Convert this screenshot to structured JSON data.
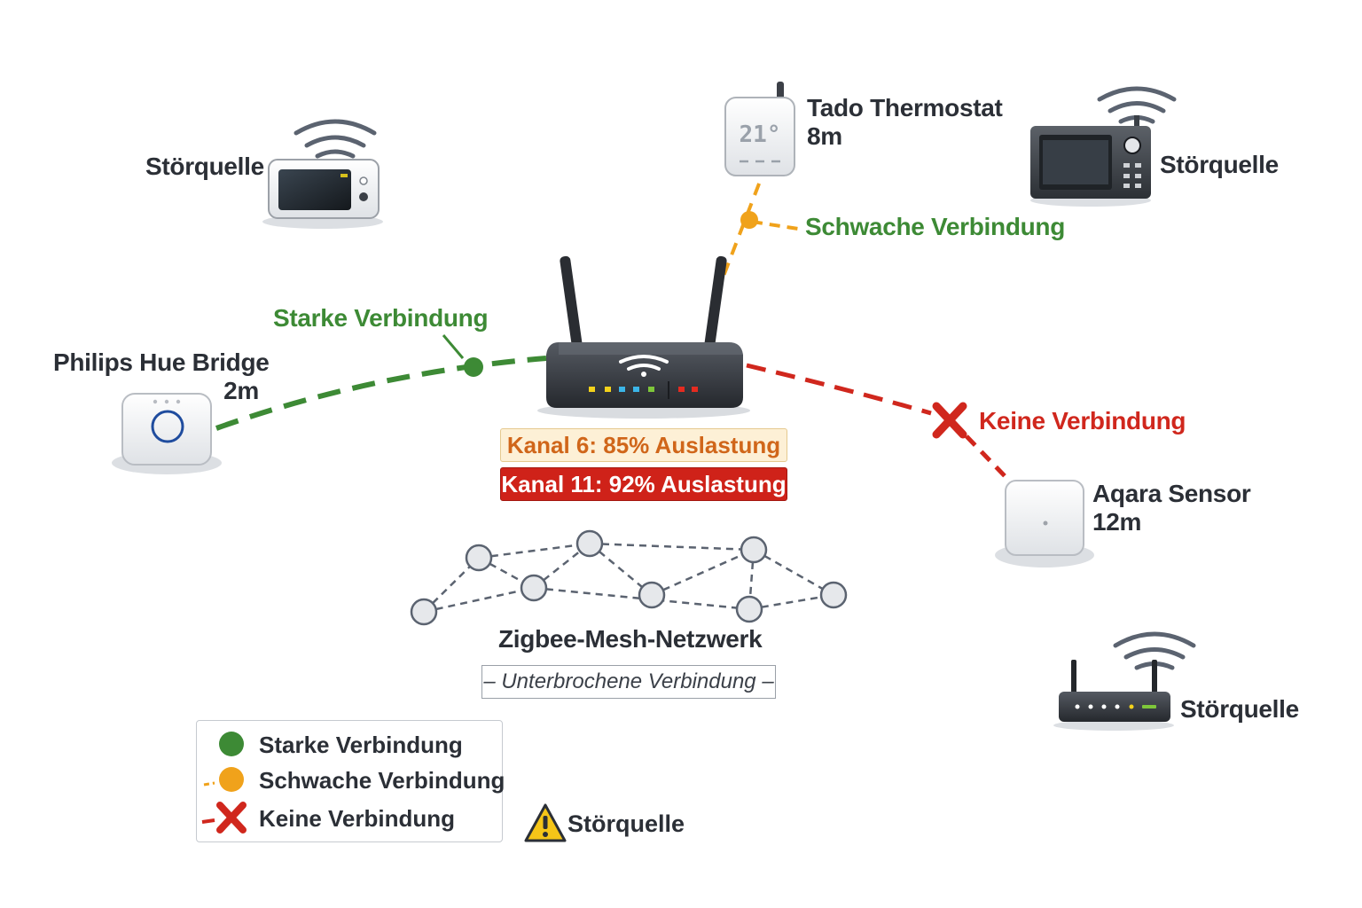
{
  "devices": {
    "hue": {
      "name": "Philips Hue Bridge",
      "distance": "2m"
    },
    "tado": {
      "name": "Tado Thermostat",
      "distance": "8m",
      "display": "21°"
    },
    "aqara": {
      "name": "Aqara Sensor",
      "distance": "12m"
    }
  },
  "interference": {
    "label_left": "Störquelle",
    "label_right_top": "Störquelle",
    "label_right_bottom": "Störquelle"
  },
  "connections": {
    "strong": "Starke Verbindung",
    "weak": "Schwache Verbindung",
    "none": "Keine Verbindung"
  },
  "channels": {
    "ch6": "Kanal 6: 85% Auslastung",
    "ch11": "Kanal 11: 92% Auslastung"
  },
  "mesh": {
    "title": "Zigbee-Mesh-Netzwerk",
    "status": "– Unterbrochene Verbindung –"
  },
  "legend": {
    "strong": "Starke Verbindung",
    "weak": "Schwache Verbindung",
    "none": "Keine Verbindung",
    "interference": "Störquelle"
  },
  "colors": {
    "strong": "#3d8a35",
    "weak": "#f0a21b",
    "none": "#d0271d",
    "mesh": "#5b6370"
  }
}
